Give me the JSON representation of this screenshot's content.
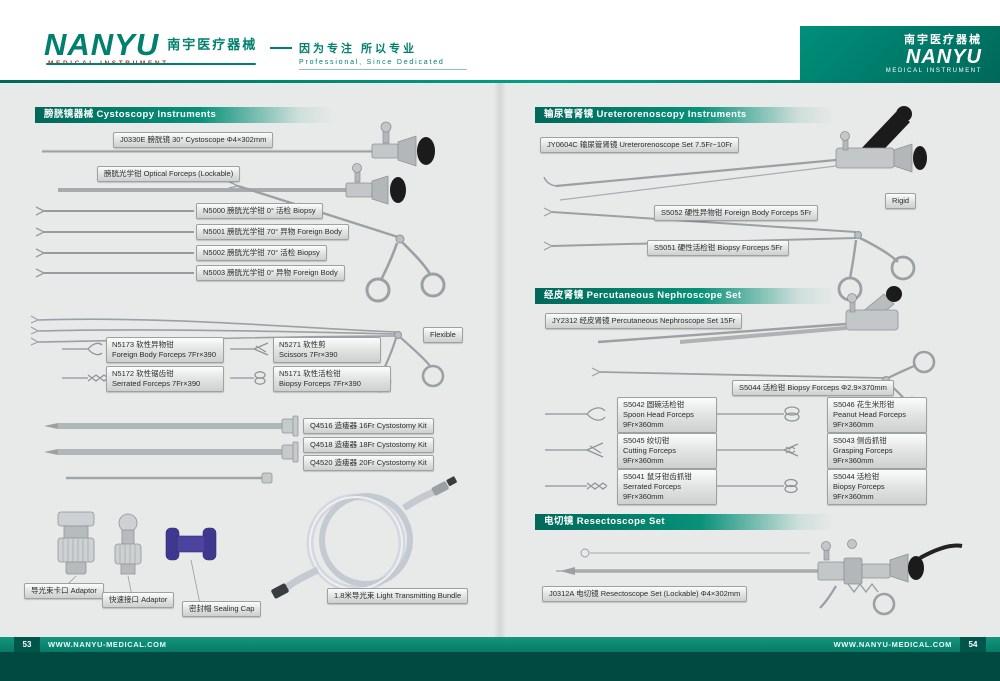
{
  "header": {
    "brand": "NANYU",
    "brand_cn": "南宇医疗器械",
    "brand_sub": "MEDICAL  INSTRUMENT",
    "slogan_cn": "因为专注 所以专业",
    "slogan_en": "Professional, Since Dedicated",
    "right_brand_cn": "南宇医疗器械",
    "right_brand": "NANYU",
    "right_brand_sub": "MEDICAL INSTRUMENT"
  },
  "page53": {
    "page_number": "53",
    "website": "WWW.NANYU-MEDICAL.COM",
    "section_cystoscopy": "膀胱镜器械 Cystoscopy Instruments",
    "tag_cystoscope": "J0330E 膀胱镜 30°  Cystoscope  Φ4×302mm",
    "tag_optical_forceps": "膀胱光学钳 Optical Forceps (Lockable)",
    "tag_n5000": "N5000 膀胱光学钳 0°  活检 Biopsy",
    "tag_n5001": "N5001 膀胱光学钳 70° 异物 Foreign Body",
    "tag_n5002": "N5002 膀胱光学钳 70° 活检 Biopsy",
    "tag_n5003": "N5003 膀胱光学钳 0°  异物 Foreign Body",
    "tag_flexible": "Flexible",
    "flex_tags": [
      {
        "l1": "N5173 软性异物钳",
        "l2": "Foreign Body Forceps 7Fr×390"
      },
      {
        "l1": "N5271 软性剪",
        "l2": "Scissors 7Fr×390"
      },
      {
        "l1": "N5172 软性锯齿钳",
        "l2": "Serrated Forceps 7Fr×390"
      },
      {
        "l1": "N5171 软性活检钳",
        "l2": "Biopsy Forceps 7Fr×390"
      }
    ],
    "tag_q4516": "Q4516 造瘘器 16Fr Cystostomy Kit",
    "tag_q4518": "Q4518 造瘘器 18Fr Cystostomy Kit",
    "tag_q4520": "Q4520 造瘘器 20Fr Cystostomy Kit",
    "tag_adaptor_bayonet": "导光束卡口 Adaptor",
    "tag_adaptor_quick": "快速接口 Adaptor",
    "tag_sealing_cap": "密封帽 Sealing Cap",
    "tag_light_bundle": "1.8米导光束  Light Transmitting Bundle"
  },
  "page54": {
    "page_number": "54",
    "website": "WWW.NANYU-MEDICAL.COM",
    "section_uretero": "输尿管肾镜 Ureterorenoscopy Instruments",
    "section_nephro": "经皮肾镜 Percutaneous Nephroscope Set",
    "section_resecto": "电切镜  Resectoscope Set",
    "tag_jy0604c": "JY0604C 输尿管肾镜 Ureterorenoscope Set 7.5Fr~10Fr",
    "tag_rigid": "Rigid",
    "tag_s5052": "S5052 硬性异物钳 Foreign Body Forceps 5Fr",
    "tag_s5051": "S5051 硬性活检钳 Biopsy Forceps 5Fr",
    "tag_jy2312": "JY2312 经皮肾镜 Percutaneous Nephroscope Set 15Fr",
    "tag_s5044_long": "S5044 活检钳 Biopsy Forceps Φ2.9×370mm",
    "nephro_tags": [
      {
        "l1": "S5042 圆碗活检钳",
        "l2": "Spoon Head Forceps",
        "l3": "9Fr×360mm"
      },
      {
        "l1": "S5046 花生米形钳",
        "l2": "Peanut Head Forceps",
        "l3": "9Fr×360mm"
      },
      {
        "l1": "S5045 绞切钳",
        "l2": "Cutting Forceps",
        "l3": "9Fr×360mm"
      },
      {
        "l1": "S5043 侧齿抓钳",
        "l2": "Grasping Forceps",
        "l3": "9Fr×360mm"
      },
      {
        "l1": "S5041 鼠牙钳齿抓钳",
        "l2": "Serrated Forceps",
        "l3": "9Fr×360mm"
      },
      {
        "l1": "S5044 活检钳",
        "l2": "Biopsy Forceps",
        "l3": "9Fr×360mm"
      }
    ],
    "tag_j0312a": "J0312A 电切镜 Resectoscope Set (Lockable)  Φ4×302mm"
  },
  "colors": {
    "teal": "#00806d",
    "teal_dark": "#004a41",
    "accent_red": "#b5342a"
  }
}
